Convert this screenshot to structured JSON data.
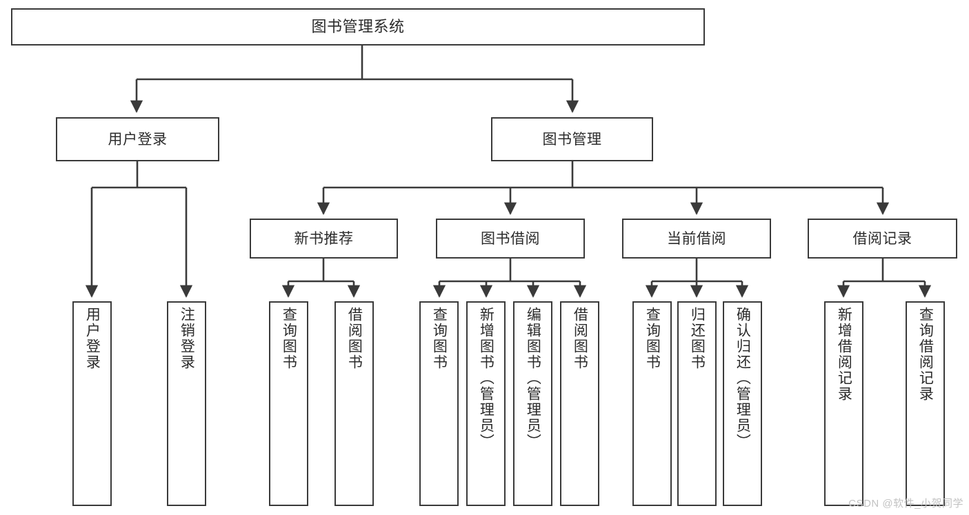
{
  "diagram": {
    "title": "图书管理系统",
    "type": "tree-hierarchy-chart",
    "root": {
      "label": "图书管理系统"
    },
    "tier1": [
      {
        "label": "用户登录"
      },
      {
        "label": "图书管理"
      }
    ],
    "tier2": [
      {
        "label": "新书推荐"
      },
      {
        "label": "图书借阅"
      },
      {
        "label": "当前借阅"
      },
      {
        "label": "借阅记录"
      }
    ],
    "leaves": {
      "user_login": [
        {
          "label": "用户登录"
        },
        {
          "label": "注销登录"
        }
      ],
      "new_book_recommend": [
        {
          "label": "查询图书"
        },
        {
          "label": "借阅图书"
        }
      ],
      "book_borrow": [
        {
          "label": "查询图书"
        },
        {
          "label": "新增图书（管理员）"
        },
        {
          "label": "编辑图书（管理员）"
        },
        {
          "label": "借阅图书"
        }
      ],
      "current_borrow": [
        {
          "label": "查询图书"
        },
        {
          "label": "归还图书"
        },
        {
          "label": "确认归还（管理员）"
        }
      ],
      "borrow_record": [
        {
          "label": "新增借阅记录"
        },
        {
          "label": "查询借阅记录"
        }
      ]
    }
  },
  "watermark": {
    "text": "CSDN @软件_小贺同学"
  },
  "colors": {
    "box_border": "#3a3a3a",
    "text": "#2b2b2b",
    "connector": "#3a3a3a",
    "background": "#ffffff",
    "watermark": "#c2c2c2"
  }
}
